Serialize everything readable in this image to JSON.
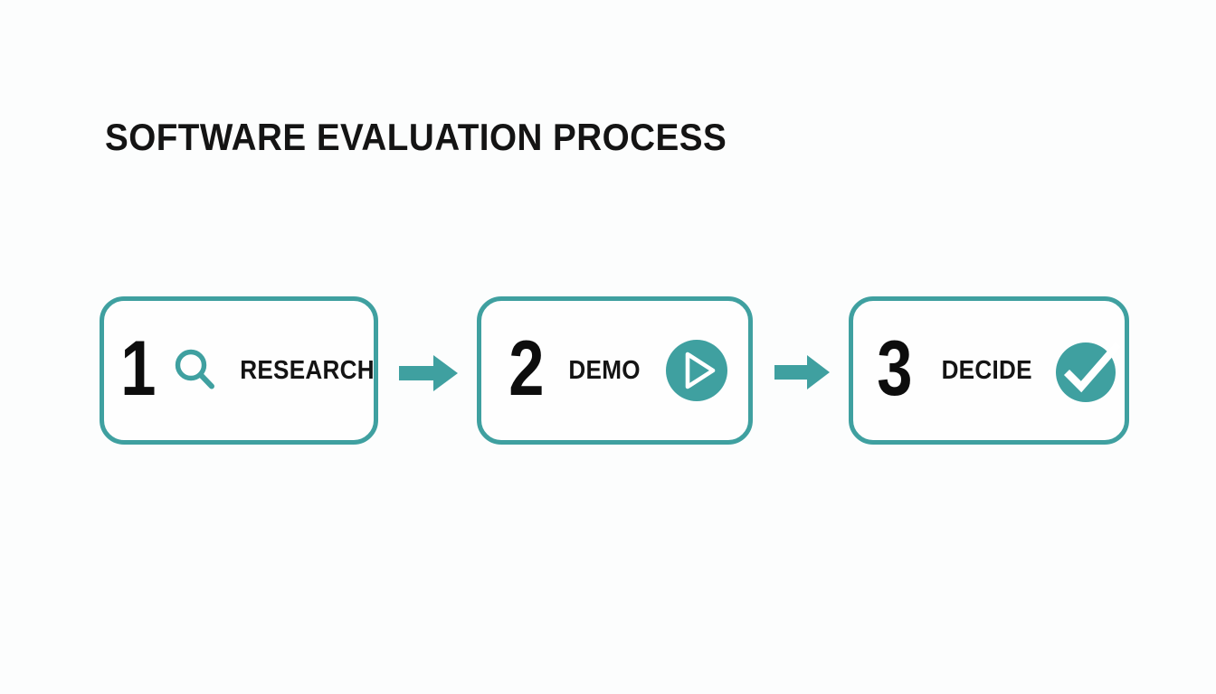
{
  "slide": {
    "title": "SOFTWARE EVALUATION PROCESS",
    "background_color": "#fcfdfd",
    "accent_color": "#3fa0a0",
    "text_color": "#141414"
  },
  "flow": {
    "steps": [
      {
        "number": "1",
        "label": "RESEARCH",
        "icon": "search-icon",
        "icon_style": "outline"
      },
      {
        "number": "2",
        "label": "DEMO",
        "icon": "play-circle-icon",
        "icon_style": "filled-circle"
      },
      {
        "number": "3",
        "label": "DECIDE",
        "icon": "check-circle-icon",
        "icon_style": "filled-circle"
      }
    ],
    "connectors": [
      {
        "name": "arrow-right-icon",
        "from": "1",
        "to": "2"
      },
      {
        "name": "arrow-right-icon",
        "from": "2",
        "to": "3"
      }
    ]
  }
}
